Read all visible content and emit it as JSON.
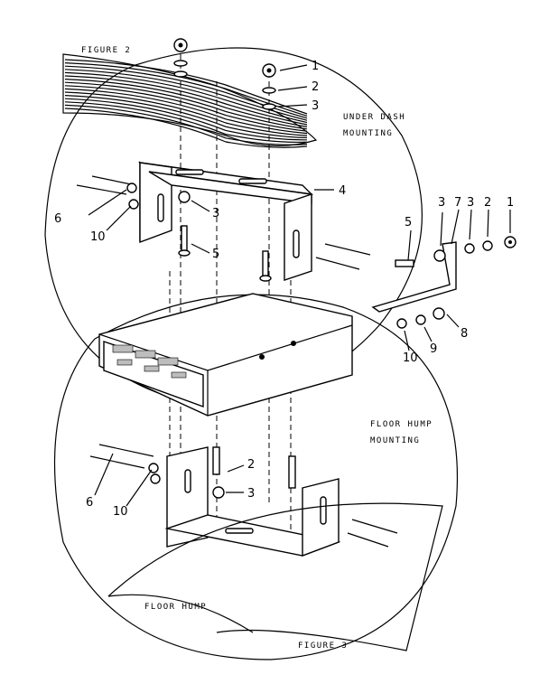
{
  "captions": {
    "figure2": "FIGURE 2",
    "figure3": "FIGURE 3",
    "under_dash_line1": "UNDER DASH",
    "under_dash_line2": "MOUNTING",
    "floor_hump_line1": "FLOOR HUMP",
    "floor_hump_line2": "MOUNTING",
    "floor_hump": "FLOOR HUMP"
  },
  "callouts": {
    "top": [
      "1",
      "2",
      "3"
    ],
    "bracket_top": "4",
    "left_upper_6": "6",
    "left_upper_10": "10",
    "upper_3": "3",
    "upper_5": "5",
    "side_row": [
      "3",
      "7",
      "3",
      "2",
      "1"
    ],
    "side_5": "5",
    "side_8": "8",
    "side_9": "9",
    "side_10": "10",
    "lower_2": "2",
    "lower_3": "3",
    "lower_6": "6",
    "lower_10": "10"
  }
}
